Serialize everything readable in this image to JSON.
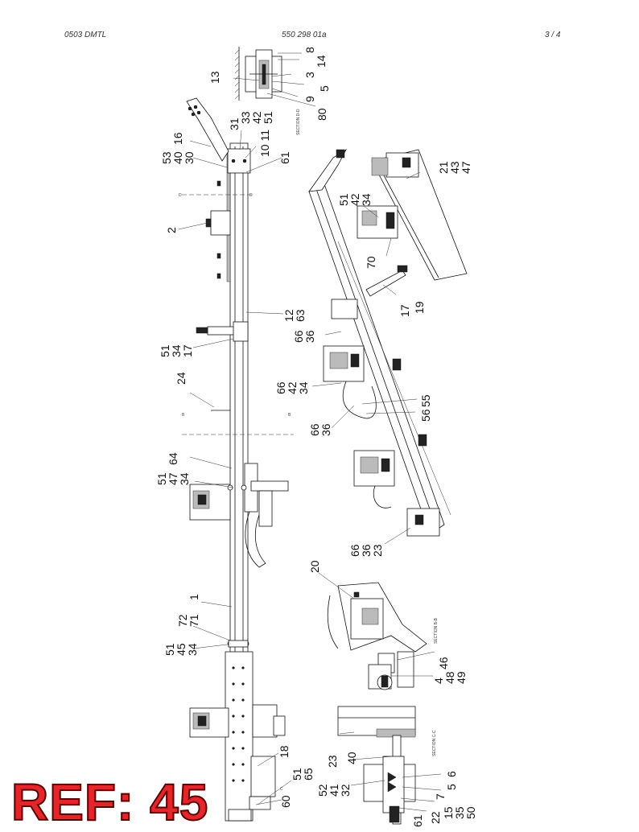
{
  "header": {
    "left": "0503 DMTL",
    "center": "550 298 01a",
    "right": "3 /   4"
  },
  "section_labels": {
    "dd": "SECTION D-D",
    "bb": "SECTION B-B",
    "cc": "SECTION C-C"
  },
  "section_marks": {
    "d": "D",
    "b": "B",
    "c": "C"
  },
  "callouts": {
    "c8": "8",
    "c14": "14",
    "c13": "13",
    "c3": "3",
    "c5": "5",
    "c9": "9",
    "c80": "80",
    "top_group": [
      "33",
      "42",
      "51",
      "31"
    ],
    "c10_11": "10 11",
    "c61a": "61",
    "left_group1": [
      "53",
      "40",
      "30"
    ],
    "c16": "16",
    "c2": "2",
    "c12_63": [
      "12",
      "63"
    ],
    "g51_34_17": [
      "51",
      "34",
      "17"
    ],
    "c24": "24",
    "g51_47_34_64": [
      "51",
      "47",
      "34"
    ],
    "c64": "64",
    "c1": "1",
    "c72_71": [
      "72",
      "71"
    ],
    "g51_45_34": [
      "51",
      "45",
      "34"
    ],
    "c18": "18",
    "g51_65": [
      "51",
      "65"
    ],
    "c60": "60",
    "iso_g51_42_34": [
      "51",
      "42",
      "34"
    ],
    "iso_g21_43_47": [
      "21",
      "43",
      "47"
    ],
    "c70": "70",
    "c17b": "17",
    "c19": "19",
    "iso_g66_36": [
      "66",
      "36"
    ],
    "iso_g66_42_34": [
      "66",
      "42",
      "34"
    ],
    "c55": "55",
    "c56": "56",
    "iso_g66_36b": [
      "66",
      "36"
    ],
    "iso_g66_36_23": [
      "66",
      "36",
      "23"
    ],
    "c20": "20",
    "g46": "46",
    "g4_48_49": [
      "4",
      "48",
      "49"
    ],
    "c23b": "23",
    "c40b": "40",
    "g52_41_32": [
      "52",
      "41",
      "32"
    ],
    "g6_5_7": [
      "6",
      "5",
      "7"
    ],
    "g15_35_50": [
      "15",
      "35",
      "50"
    ],
    "c22": "22",
    "c61b": "61"
  },
  "ref_label": "REF: 45"
}
